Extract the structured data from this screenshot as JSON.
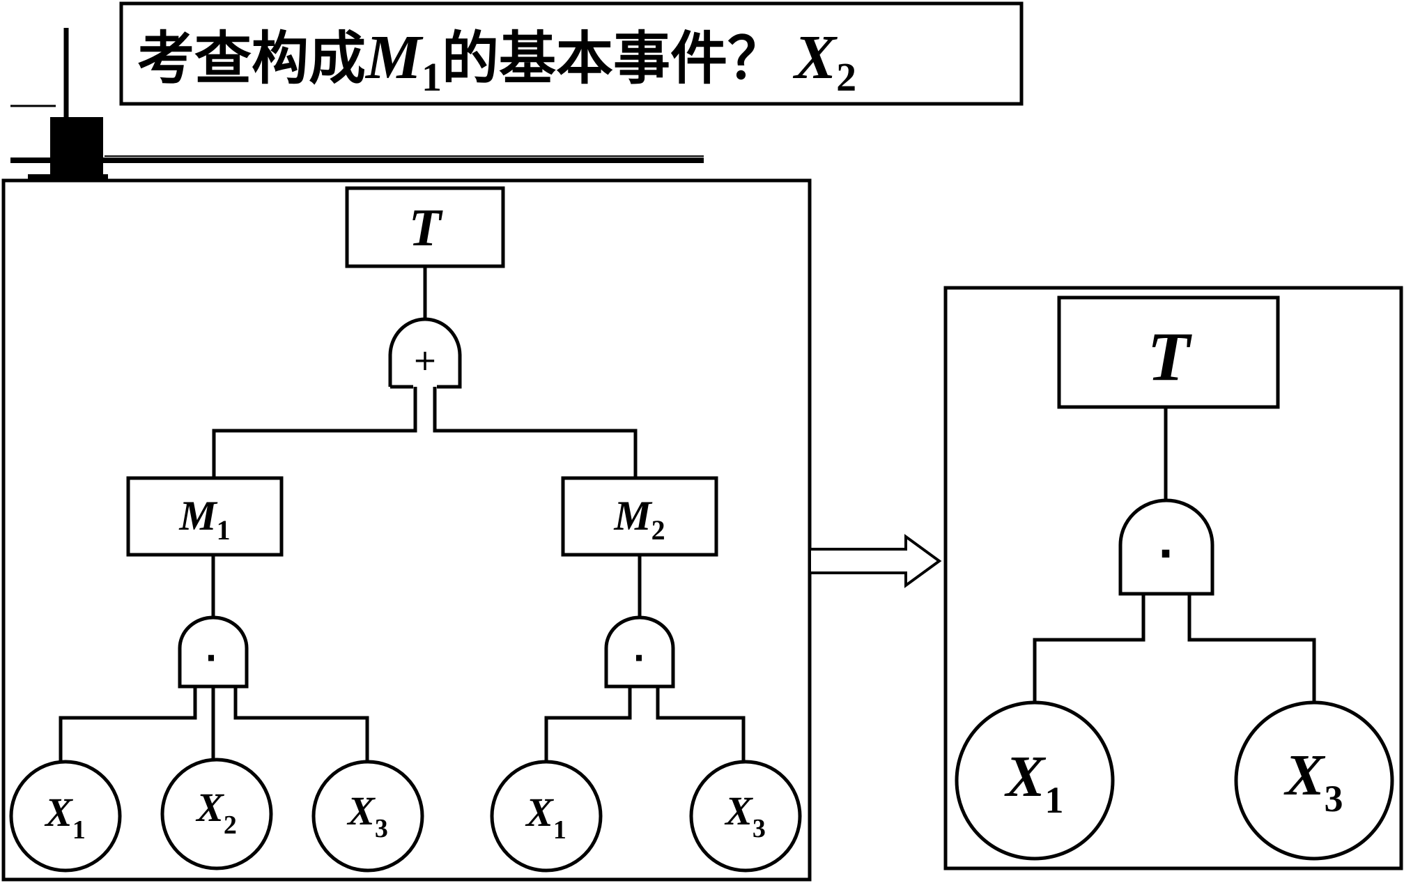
{
  "question": {
    "text_a": "考查构成",
    "var_a": "M",
    "var_a_sub": "1",
    "text_b": "的基本事件？",
    "var_b": "X",
    "var_b_sub": "2"
  },
  "left_tree": {
    "top_event": "T",
    "or_gate_symbol": "+",
    "m1": {
      "name": "M",
      "sub": "1"
    },
    "m2": {
      "name": "M",
      "sub": "2"
    },
    "and_gate_symbol": "·",
    "m1_events": [
      {
        "name": "X",
        "sub": "1"
      },
      {
        "name": "X",
        "sub": "2"
      },
      {
        "name": "X",
        "sub": "3"
      }
    ],
    "m2_events": [
      {
        "name": "X",
        "sub": "1"
      },
      {
        "name": "X",
        "sub": "3"
      }
    ]
  },
  "right_tree": {
    "top_event": "T",
    "and_gate_symbol": "·",
    "events": [
      {
        "name": "X",
        "sub": "1"
      },
      {
        "name": "X",
        "sub": "3"
      }
    ]
  }
}
